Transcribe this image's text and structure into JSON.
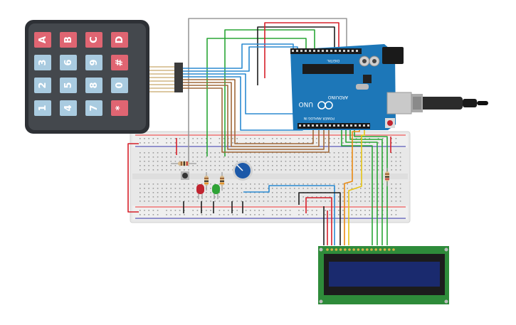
{
  "canvas": {
    "background": "#ffffff"
  },
  "keypad": {
    "rows": [
      [
        "A",
        "B",
        "C",
        "D"
      ],
      [
        "3",
        "6",
        "9",
        "#"
      ],
      [
        "2",
        "5",
        "8",
        "0"
      ],
      [
        "1",
        "4",
        "7",
        "*"
      ]
    ],
    "key_colors": {
      "number": "#a9cbe0",
      "letter": "#e06572"
    },
    "body_color": "#2d3035"
  },
  "arduino": {
    "board_color": "#1d77b8",
    "brand_text": "ARDUINO",
    "model_text": "UNO",
    "upper_header_text": "DIGITAL",
    "lower_header_text": "POWER  ANALOG IN"
  },
  "lcd": {
    "board_color": "#2e8b3a",
    "screen_color": "#1a2a6e"
  },
  "breadboard": {
    "color": "#e9e9e9"
  },
  "components": {
    "led_red": "#c0232f",
    "led_green": "#2fa336",
    "pot_color": "#1b58a8",
    "button_color": "#333333"
  },
  "wire_colors": {
    "green": "#2aa636",
    "brown": "#a0683a",
    "blue": "#2b8ad1",
    "red": "#d6202a",
    "black": "#1e1e1e",
    "gray": "#9a9a9a",
    "orange": "#e98a13",
    "yellow": "#e6c415"
  }
}
